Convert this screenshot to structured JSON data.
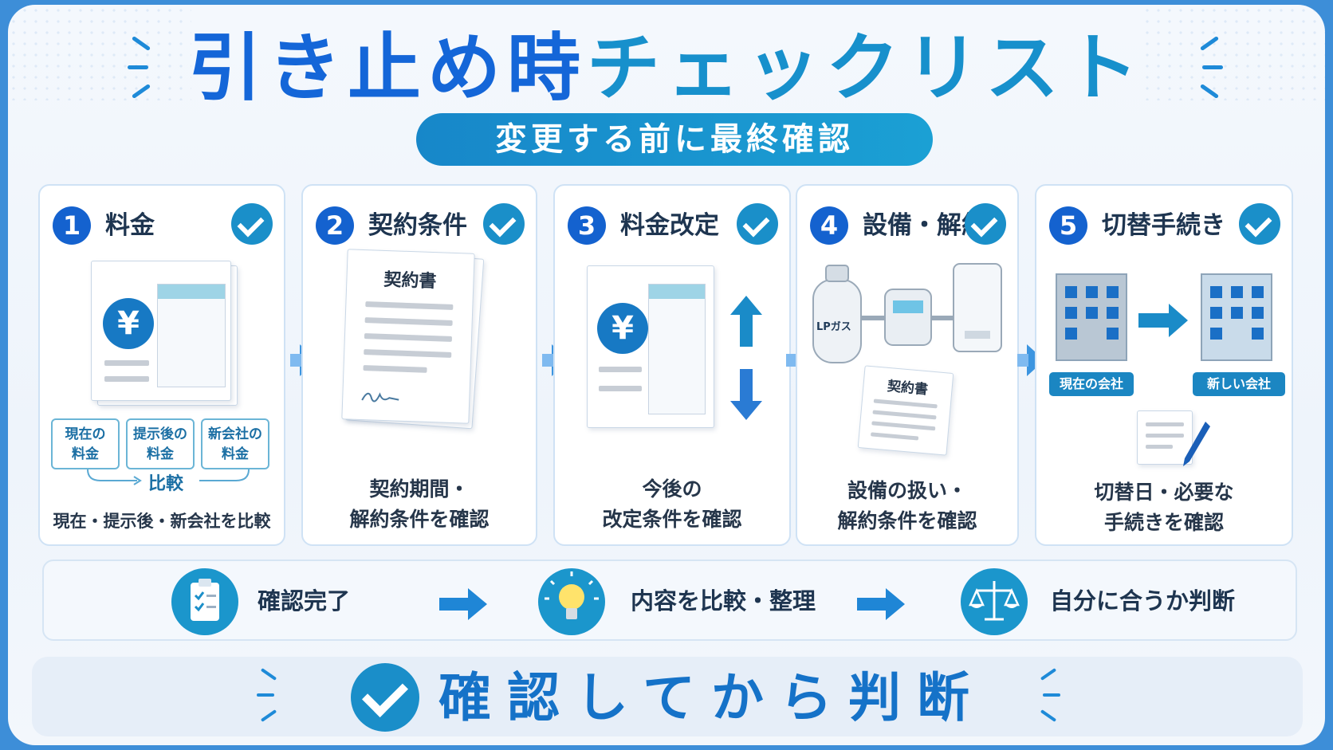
{
  "header": {
    "title_part1": "引き止め時",
    "title_part2": "チェックリスト",
    "subtitle": "変更する前に最終確認"
  },
  "cards": [
    {
      "number": "1",
      "title": "料金",
      "yen": "¥",
      "compare_boxes": [
        "現在の\n料金",
        "提示後の\n料金",
        "新会社の\n料金"
      ],
      "compare_label": "比較",
      "description": "現在・提示後・新会社を比較"
    },
    {
      "number": "2",
      "title": "契約条件",
      "doc_title": "契約書",
      "description_line1": "契約期間・",
      "description_line2": "解約条件を確認"
    },
    {
      "number": "3",
      "title": "料金改定",
      "yen": "¥",
      "description_line1": "今後の",
      "description_line2": "改定条件を確認"
    },
    {
      "number": "4",
      "title": "設備・解約",
      "tank_label": "LPガス",
      "doc_title": "契約書",
      "description_line1": "設備の扱い・",
      "description_line2": "解約条件を確認"
    },
    {
      "number": "5",
      "title": "切替手続き",
      "current_company": "現在の会社",
      "new_company": "新しい会社",
      "description_line1": "切替日・必要な",
      "description_line2": "手続きを確認"
    }
  ],
  "flow": [
    {
      "icon": "clipboard-icon",
      "label": "確認完了"
    },
    {
      "icon": "lightbulb-icon",
      "label": "内容を比較・整理"
    },
    {
      "icon": "scales-icon",
      "label": "自分に合うか判断"
    }
  ],
  "footer": {
    "label": "確認してから判断"
  },
  "colors": {
    "primary": "#1466d8",
    "accent": "#1a8fc9",
    "text": "#1e3550"
  }
}
